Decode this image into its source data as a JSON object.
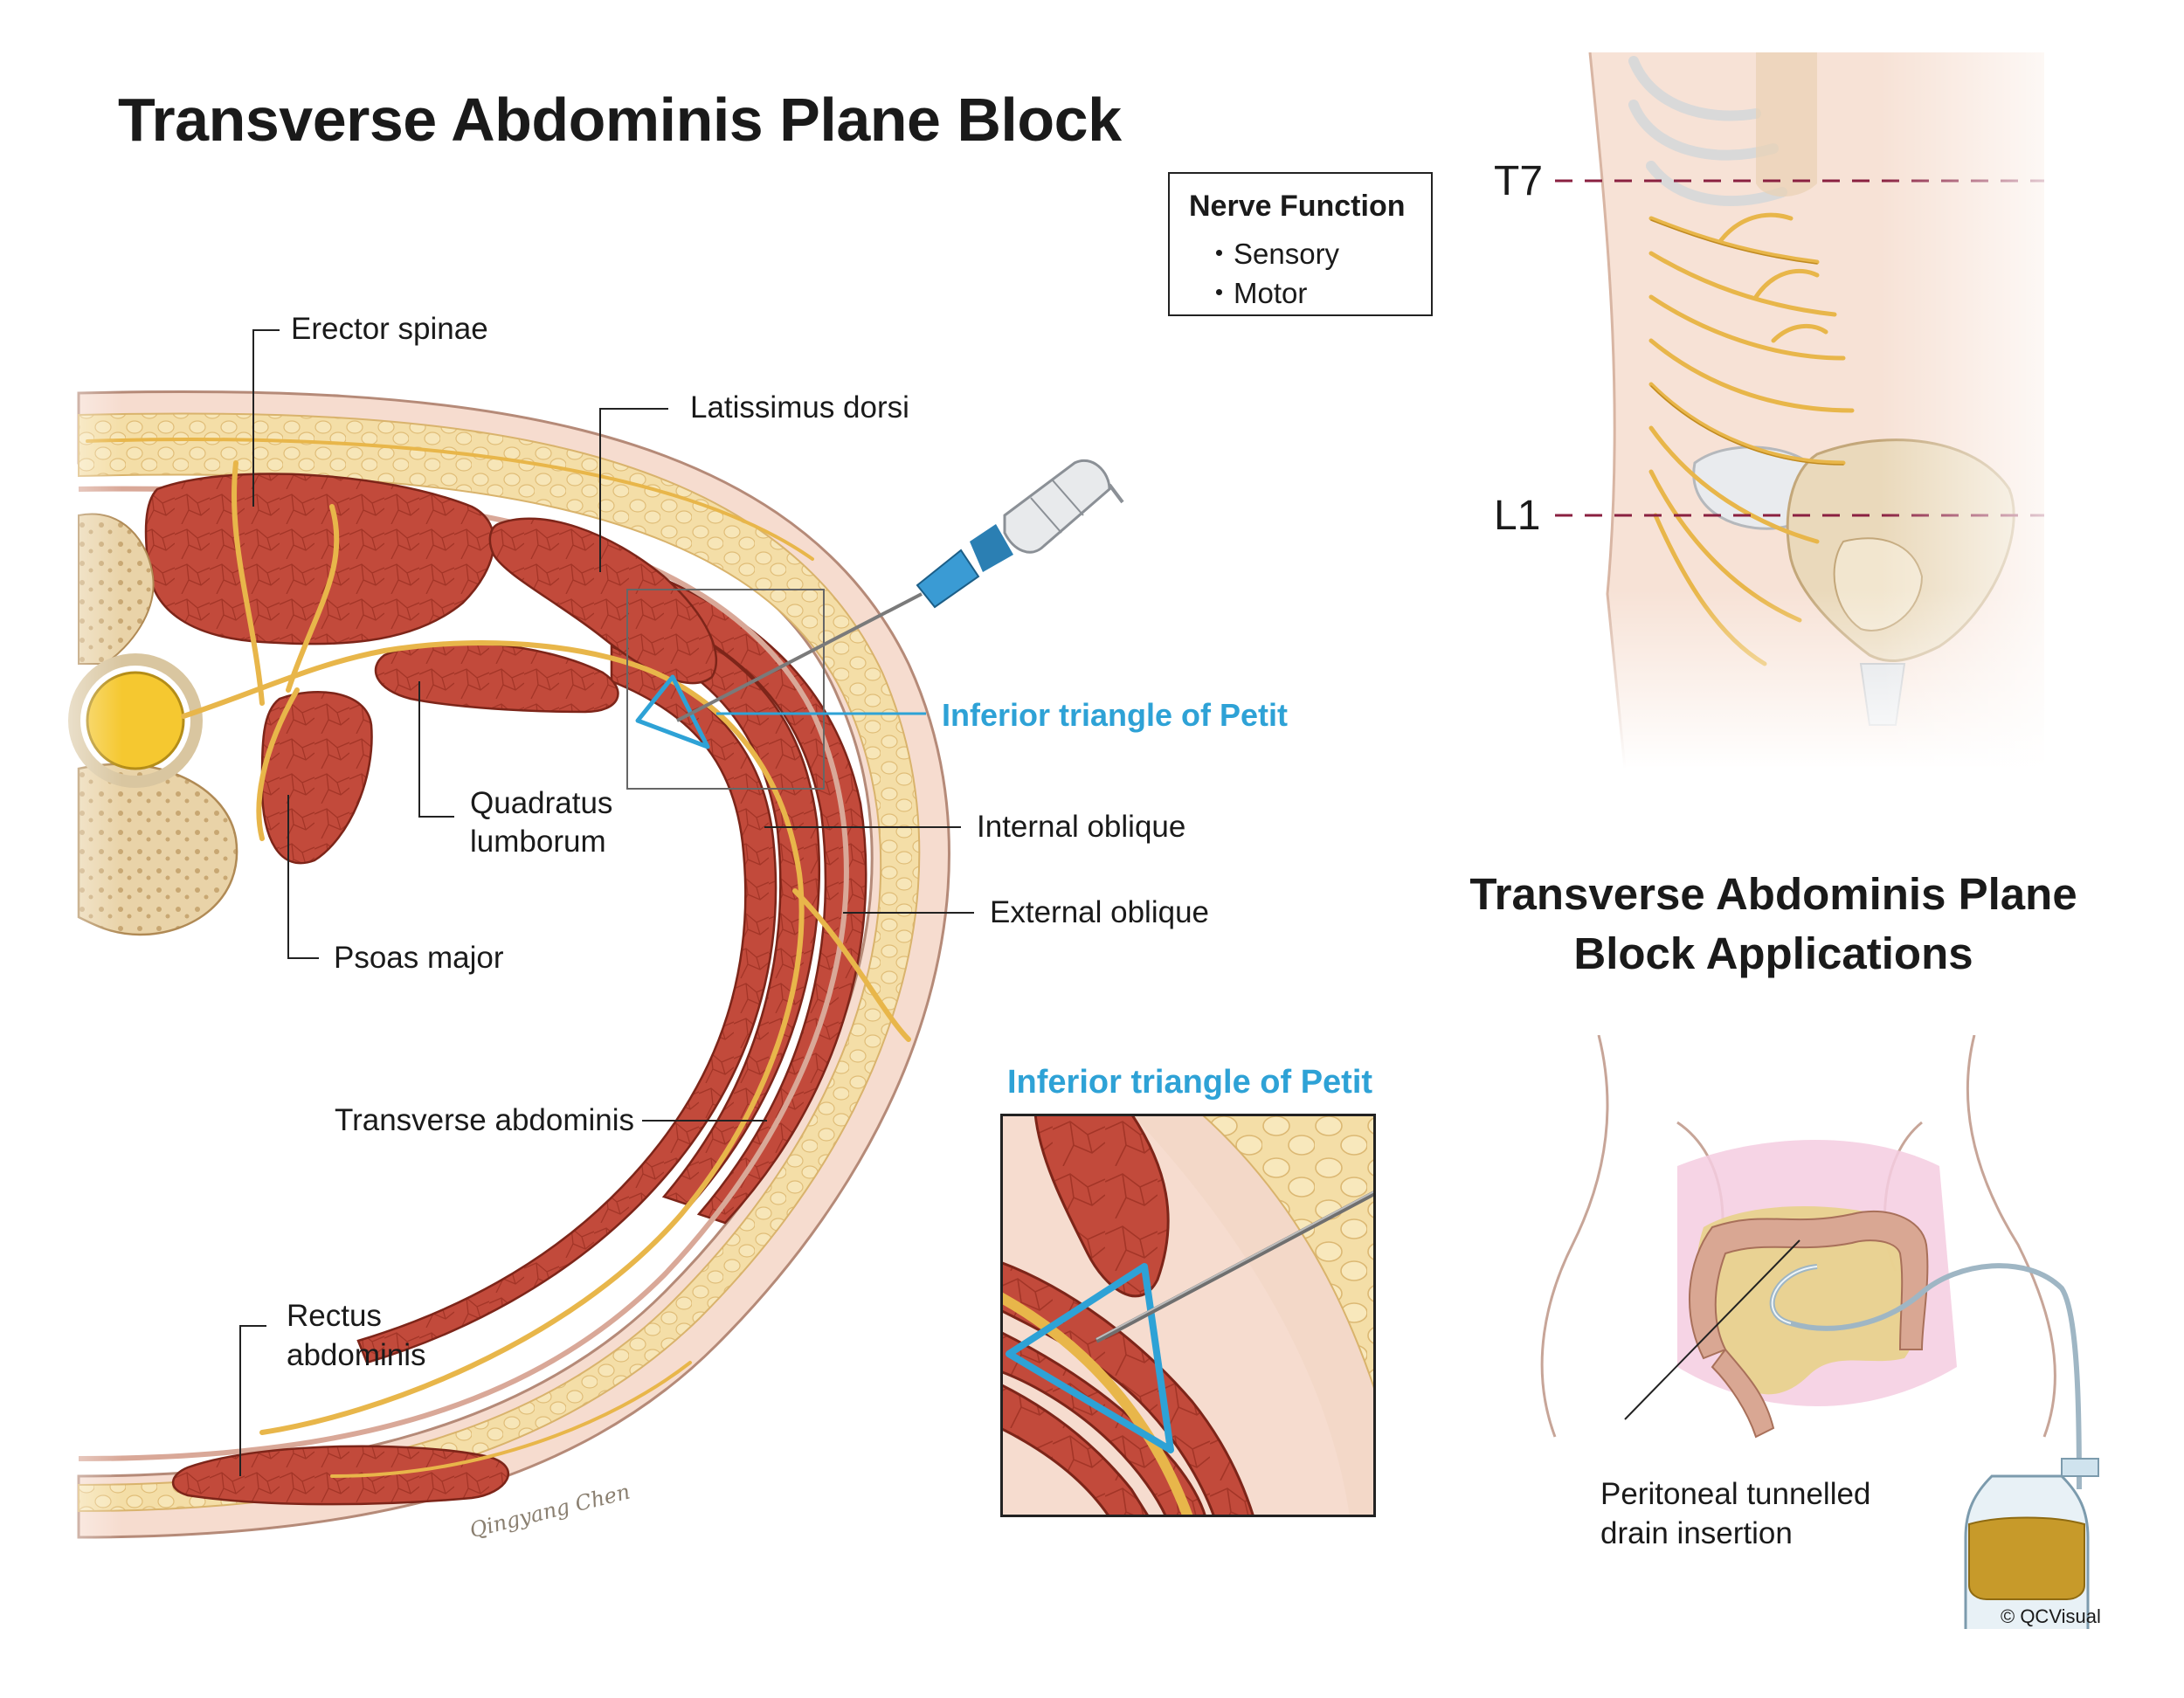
{
  "title": "Transverse Abdominis Plane Block",
  "legend": {
    "heading": "Nerve Function",
    "items": [
      "・Sensory",
      "・Motor"
    ]
  },
  "anatomy_labels": {
    "erector_spinae": "Erector spinae",
    "latissimus_dorsi": "Latissimus dorsi",
    "quadratus_lumborum_1": "Quadratus",
    "quadratus_lumborum_2": "lumborum",
    "psoas_major": "Psoas major",
    "internal_oblique": "Internal oblique",
    "external_oblique": "External oblique",
    "transverse_abdominis": "Transverse abdominis",
    "rectus_abdominis_1": "Rectus",
    "rectus_abdominis_2": "abdominis",
    "inferior_triangle": "Inferior triangle of Petit"
  },
  "inset": {
    "title": "Inferior triangle of Petit"
  },
  "dermatomes": {
    "upper": "T7",
    "lower": "L1"
  },
  "applications": {
    "title": "Transverse Abdominis Plane Block Applications",
    "drain_label_1": "Peritoneal tunnelled",
    "drain_label_2": "drain insertion"
  },
  "signature": "Qingyang Chen",
  "credit": "© QCVisual",
  "colors": {
    "muscle": "#c0493a",
    "muscle_dark": "#8a2a1f",
    "fat": "#f2d9a0",
    "skin": "#f6dccf",
    "nerve": "#e8b64a",
    "blue_accent": "#2ea2d6",
    "dermatome_line": "#8a2040",
    "bottle_fluid": "#c79a2a"
  }
}
